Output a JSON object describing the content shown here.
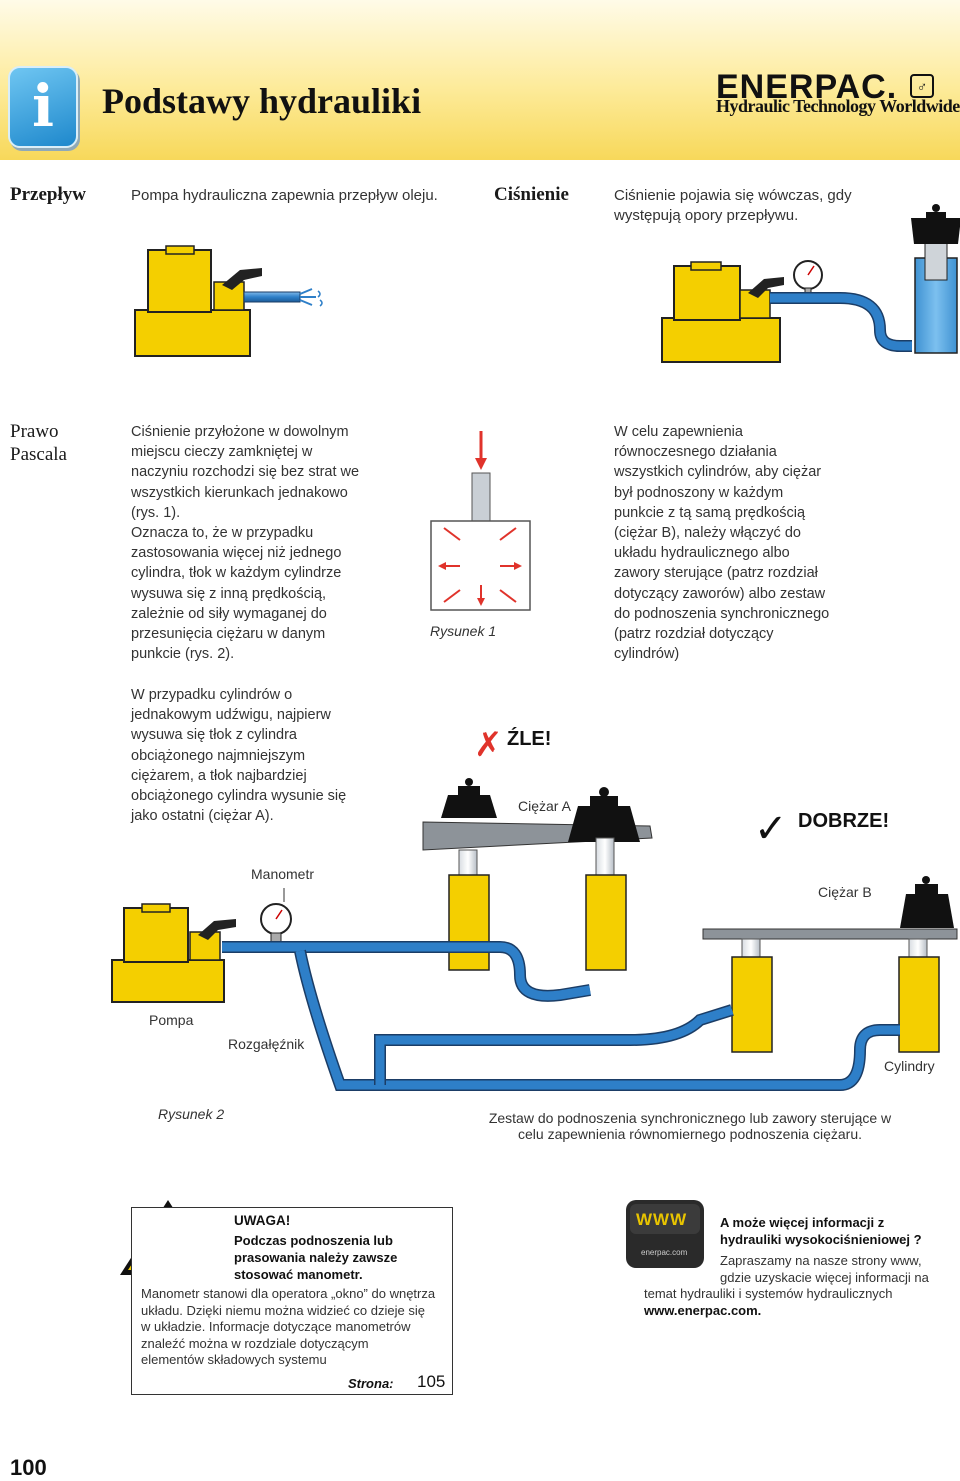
{
  "header": {
    "info_icon": "info-icon",
    "title": "Podstawy hydrauliki",
    "logo_word": "ENERPAC.",
    "logo_tagline": "Hydraulic Technology Worldwide"
  },
  "flow": {
    "label": "Przepływ",
    "text": "Pompa hydrauliczna zapewnia przepływ oleju."
  },
  "pressure": {
    "label": "Ciśnienie",
    "text_line1": "Ciśnienie pojawia się wówczas, gdy",
    "text_line2": "występują opory przepływu."
  },
  "pascal": {
    "label_line1": "Prawo",
    "label_line2": "Pascala",
    "p1_lines": [
      "Ciśnienie przyłożone w dowolnym",
      "miejscu cieczy zamkniętej w",
      "naczyniu rozchodzi się bez strat we",
      "wszystkich kierunkach jednakowo",
      "(rys. 1).",
      "Oznacza to, że w przypadku",
      "zastosowania więcej niż jednego",
      "cylindra, tłok w każdym cylindrze",
      "wysuwa się z inną prędkością,",
      "zależnie od siły wymaganej do",
      "przesunięcia ciężaru w danym",
      "punkcie (rys. 2)."
    ],
    "p2_lines": [
      "W przypadku cylindrów o",
      "jednakowym udźwigu, najpierw",
      "wysuwa się tłok z cylindra",
      "obciążonego najmniejszym",
      "ciężarem, a tłok najbardziej",
      "obciążonego cylindra wysunie się",
      "jako ostatni (ciężar A)."
    ],
    "right_lines": [
      "W celu zapewnienia",
      "równoczesnego działania",
      "wszystkich cylindrów, aby ciężar",
      "był podnoszony w każdym",
      "punkcie z tą samą prędkością",
      "(ciężar B), należy włączyć do",
      "układu hydraulicznego albo",
      "zawory sterujące (patrz rozdział",
      "dotyczący zaworów) albo zestaw",
      "do podnoszenia synchronicznego",
      "(patrz rozdział dotyczący",
      "cylindrów)"
    ],
    "fig1_caption": "Rysunek 1"
  },
  "figure2": {
    "wrong_mark": "✗",
    "wrong_label": "ŹLE!",
    "weight_a": "Ciężar A",
    "right_mark": "✓",
    "right_label": "DOBRZE!",
    "gauge_label": "Manometr",
    "weight_b": "Ciężar B",
    "pump_label": "Pompa",
    "manifold_label": "Rozgałęźnik",
    "cylinders_label": "Cylindry",
    "caption": "Rysunek 2",
    "sync_caption_line1": "Zestaw do podnoszenia synchronicznego lub zawory sterujące w",
    "sync_caption_line2": "celu zapewnienia równomiernego podnoszenia ciężaru."
  },
  "warning_box": {
    "icon": "warning-triangle-icon",
    "title": "UWAGA!",
    "bold_lines": [
      "Podczas podnoszenia lub",
      "prasowania należy zawsze",
      "stosować manometr."
    ],
    "body_lines": [
      "Manometr stanowi dla operatora „okno” do wnętrza",
      "układu. Dzięki niemu można widzieć co dzieje się",
      "w układzie. Informacje dotyczące manometrów",
      "znaleźć można w rozdziale dotyczącym",
      "elementów składowych systemu"
    ],
    "page_ref_label": "Strona:",
    "page_ref_value": "105"
  },
  "www_box": {
    "icon": "www-globe-icon",
    "icon_text": "WWW",
    "icon_small": "enerpac.com",
    "title_lines": [
      "A może więcej informacji z",
      "hydrauliki wysokociśnieniowej ?"
    ],
    "body_lines": [
      "Zapraszamy na nasze strony www,",
      "gdzie uzyskacie więcej informacji na",
      "temat hydrauliki i systemów hydraulicznych"
    ],
    "url": "www.enerpac.com."
  },
  "page_number": "100",
  "colors": {
    "pump_yellow": "#f4cf00",
    "hose_blue": "#2e7fc8",
    "arrow_red": "#e0332b",
    "header_yellow": "#f7d85a"
  }
}
